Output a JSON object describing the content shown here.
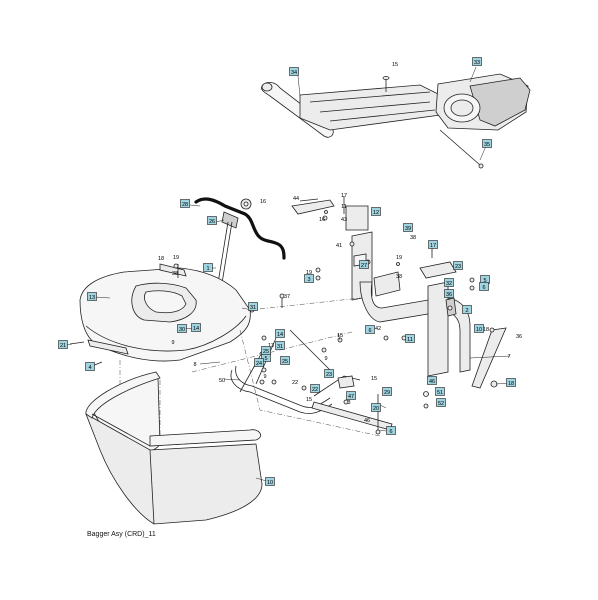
{
  "caption": "Bagger Asy (CRD)_11",
  "colors": {
    "callout_fill": "#9fd4e0",
    "line": "#222222"
  },
  "callouts": [
    {
      "label": "34",
      "boxed": true
    },
    {
      "label": "15",
      "boxed": false
    },
    {
      "label": "33",
      "boxed": true
    },
    {
      "label": "35",
      "boxed": true
    },
    {
      "label": "16",
      "boxed": false
    },
    {
      "label": "44",
      "boxed": false
    },
    {
      "label": "17",
      "boxed": false
    },
    {
      "label": "11",
      "boxed": false
    },
    {
      "label": "43",
      "boxed": false
    },
    {
      "label": "12",
      "boxed": true
    },
    {
      "label": "16",
      "boxed": false
    },
    {
      "label": "28",
      "boxed": true
    },
    {
      "label": "26",
      "boxed": true
    },
    {
      "label": "39",
      "boxed": true
    },
    {
      "label": "38",
      "boxed": false
    },
    {
      "label": "41",
      "boxed": false
    },
    {
      "label": "17",
      "boxed": true
    },
    {
      "label": "19",
      "boxed": false
    },
    {
      "label": "27",
      "boxed": true
    },
    {
      "label": "23",
      "boxed": true
    },
    {
      "label": "1",
      "boxed": true
    },
    {
      "label": "13",
      "boxed": true
    },
    {
      "label": "19",
      "boxed": false
    },
    {
      "label": "19",
      "boxed": false
    },
    {
      "label": "3",
      "boxed": true
    },
    {
      "label": "18",
      "boxed": false
    },
    {
      "label": "38",
      "boxed": false
    },
    {
      "label": "38",
      "boxed": false
    },
    {
      "label": "5",
      "boxed": true
    },
    {
      "label": "6",
      "boxed": true
    },
    {
      "label": "32",
      "boxed": true
    },
    {
      "label": "36",
      "boxed": true
    },
    {
      "label": "31",
      "boxed": true
    },
    {
      "label": "37",
      "boxed": false
    },
    {
      "label": "2",
      "boxed": true
    },
    {
      "label": "30",
      "boxed": true
    },
    {
      "label": "45",
      "boxed": false
    },
    {
      "label": "14",
      "boxed": true
    },
    {
      "label": "15",
      "boxed": false
    },
    {
      "label": "14",
      "boxed": true
    },
    {
      "label": "42",
      "boxed": false
    },
    {
      "label": "10",
      "boxed": true
    },
    {
      "label": "18",
      "boxed": false
    },
    {
      "label": "6",
      "boxed": true
    },
    {
      "label": "36",
      "boxed": false
    },
    {
      "label": "11",
      "boxed": true
    },
    {
      "label": "7",
      "boxed": false
    },
    {
      "label": "9",
      "boxed": false
    },
    {
      "label": "4",
      "boxed": true
    },
    {
      "label": "5",
      "boxed": true
    },
    {
      "label": "21",
      "boxed": true
    },
    {
      "label": "8",
      "boxed": false
    },
    {
      "label": "25",
      "boxed": true
    },
    {
      "label": "50",
      "boxed": false
    },
    {
      "label": "15",
      "boxed": false
    },
    {
      "label": "13",
      "boxed": false
    },
    {
      "label": "22",
      "boxed": true
    },
    {
      "label": "24",
      "boxed": true
    },
    {
      "label": "9",
      "boxed": false
    },
    {
      "label": "22",
      "boxed": false
    },
    {
      "label": "23",
      "boxed": true
    },
    {
      "label": "46",
      "boxed": true
    },
    {
      "label": "29",
      "boxed": true
    },
    {
      "label": "20",
      "boxed": true
    },
    {
      "label": "15",
      "boxed": false
    },
    {
      "label": "3",
      "boxed": false
    },
    {
      "label": "51",
      "boxed": true
    },
    {
      "label": "52",
      "boxed": true
    },
    {
      "label": "18",
      "boxed": true
    },
    {
      "label": "46",
      "boxed": false
    },
    {
      "label": "6",
      "boxed": true
    },
    {
      "label": "9",
      "boxed": false
    },
    {
      "label": "31",
      "boxed": true
    },
    {
      "label": "47",
      "boxed": true
    },
    {
      "label": "25",
      "boxed": true
    },
    {
      "label": "10",
      "boxed": true
    }
  ]
}
